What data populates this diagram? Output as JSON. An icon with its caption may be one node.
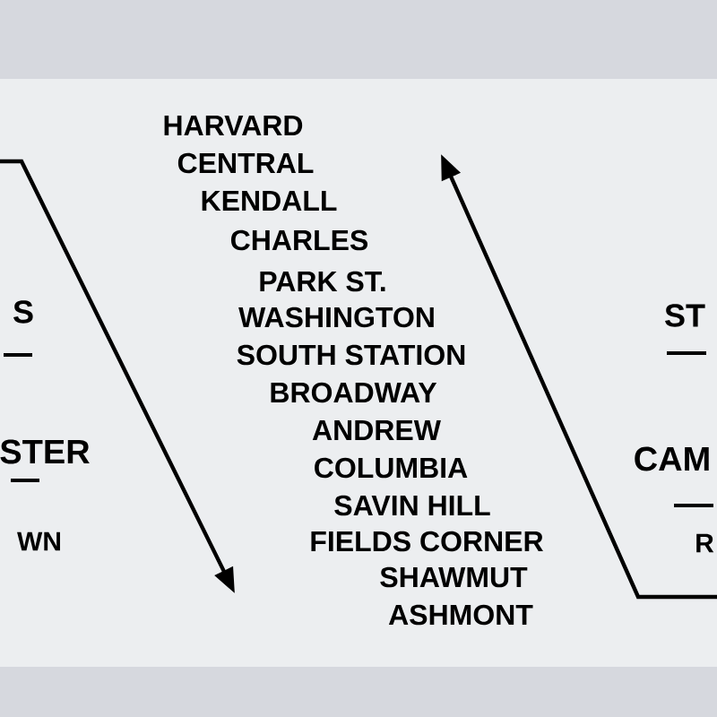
{
  "diagram": {
    "labels": [
      "HARVARD",
      "CENTRAL",
      "KENDALL",
      "CHARLES",
      "PARK ST.",
      "WASHINGTON",
      "SOUTH STATION",
      "BROADWAY",
      "ANDREW",
      "COLUMBIA",
      "SAVIN HILL",
      "FIELDS CORNER",
      "SHAWMUT",
      "ASHMONT",
      "S",
      "STER",
      "WN",
      "ST",
      "CAM",
      "R"
    ]
  }
}
